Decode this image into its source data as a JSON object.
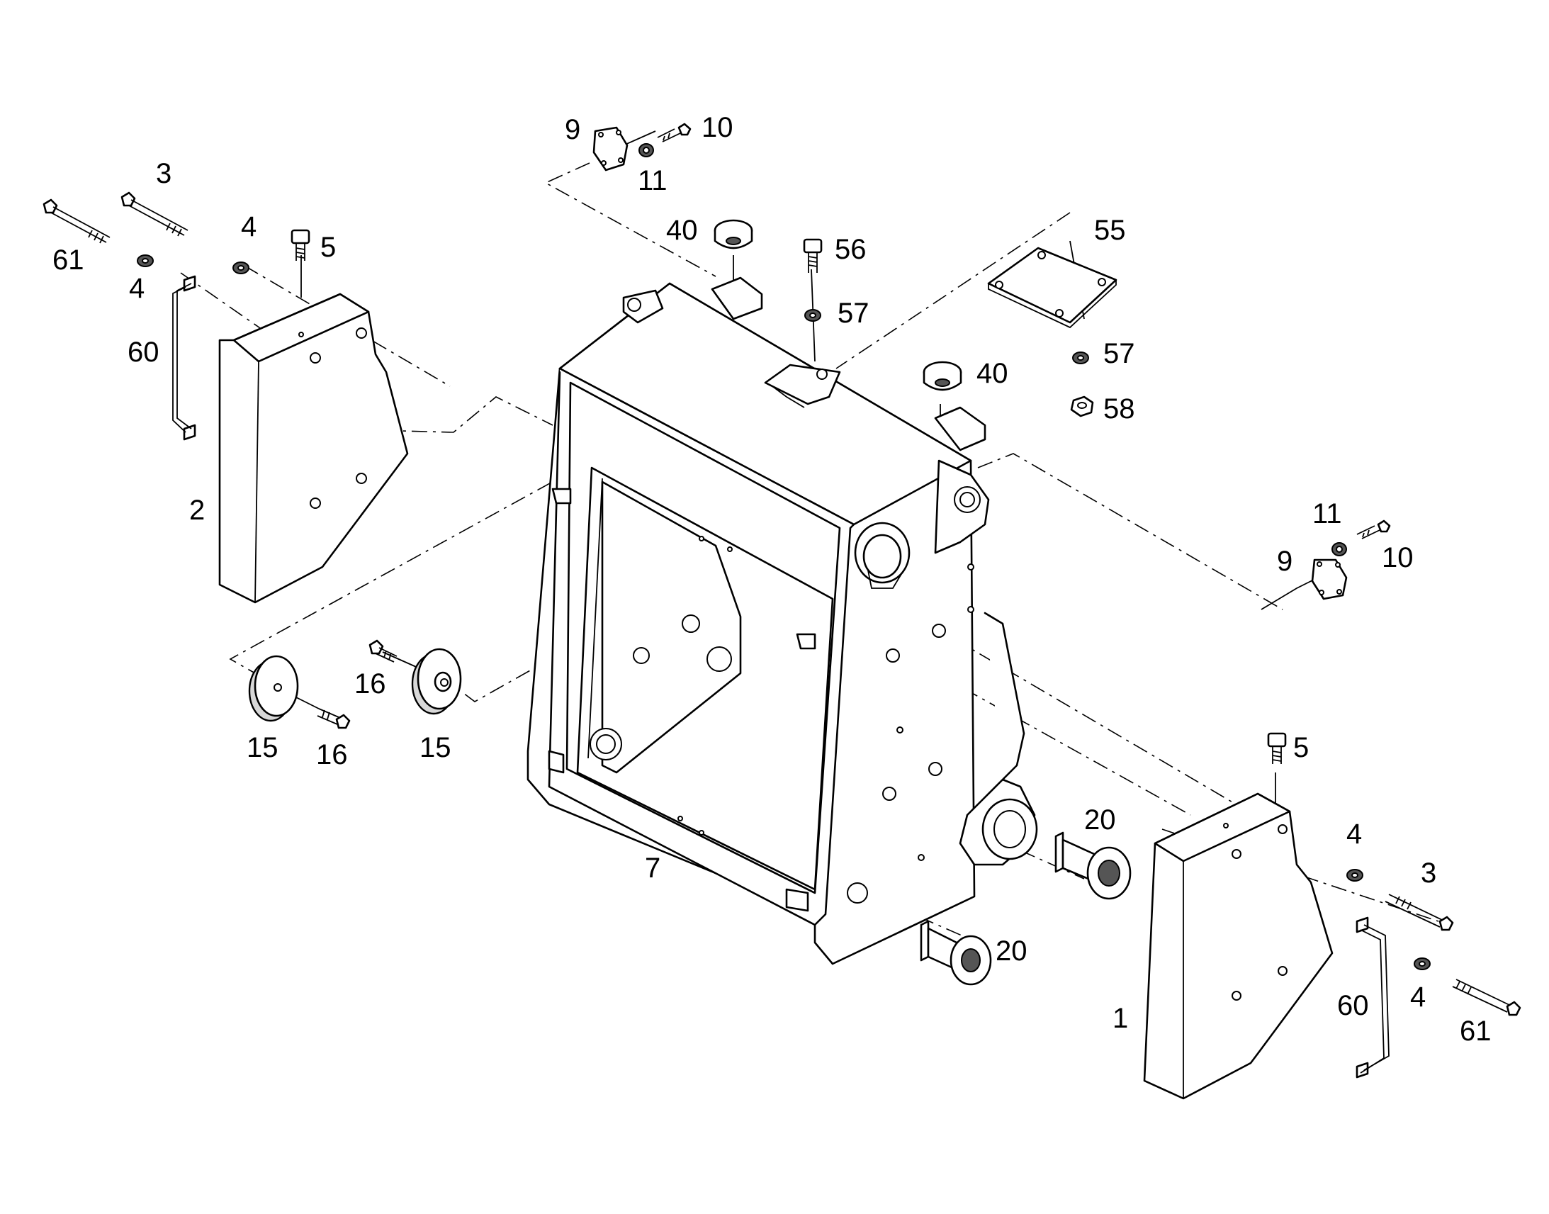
{
  "callouts": {
    "p9_top": "9",
    "p10_top": "10",
    "p11_top": "11",
    "p3_left": "3",
    "p4_left_a": "4",
    "p4_left_b": "4",
    "p5_left": "5",
    "p61_left": "61",
    "p60_left": "60",
    "p2": "2",
    "p40_top": "40",
    "p56": "56",
    "p57_a": "57",
    "p55": "55",
    "p57_b": "57",
    "p58": "58",
    "p40_right": "40",
    "p11_right": "11",
    "p9_right": "9",
    "p10_right": "10",
    "p16_a": "16",
    "p15_a": "15",
    "p16_b": "16",
    "p15_b": "15",
    "p7": "7",
    "p20_a": "20",
    "p20_b": "20",
    "p5_right": "5",
    "p4_right_a": "4",
    "p3_right": "3",
    "p60_right": "60",
    "p4_right_b": "4",
    "p61_right": "61",
    "p1": "1"
  },
  "colors": {
    "line": "#000000",
    "fill": "#ffffff",
    "shade": "#d8d8d8"
  }
}
